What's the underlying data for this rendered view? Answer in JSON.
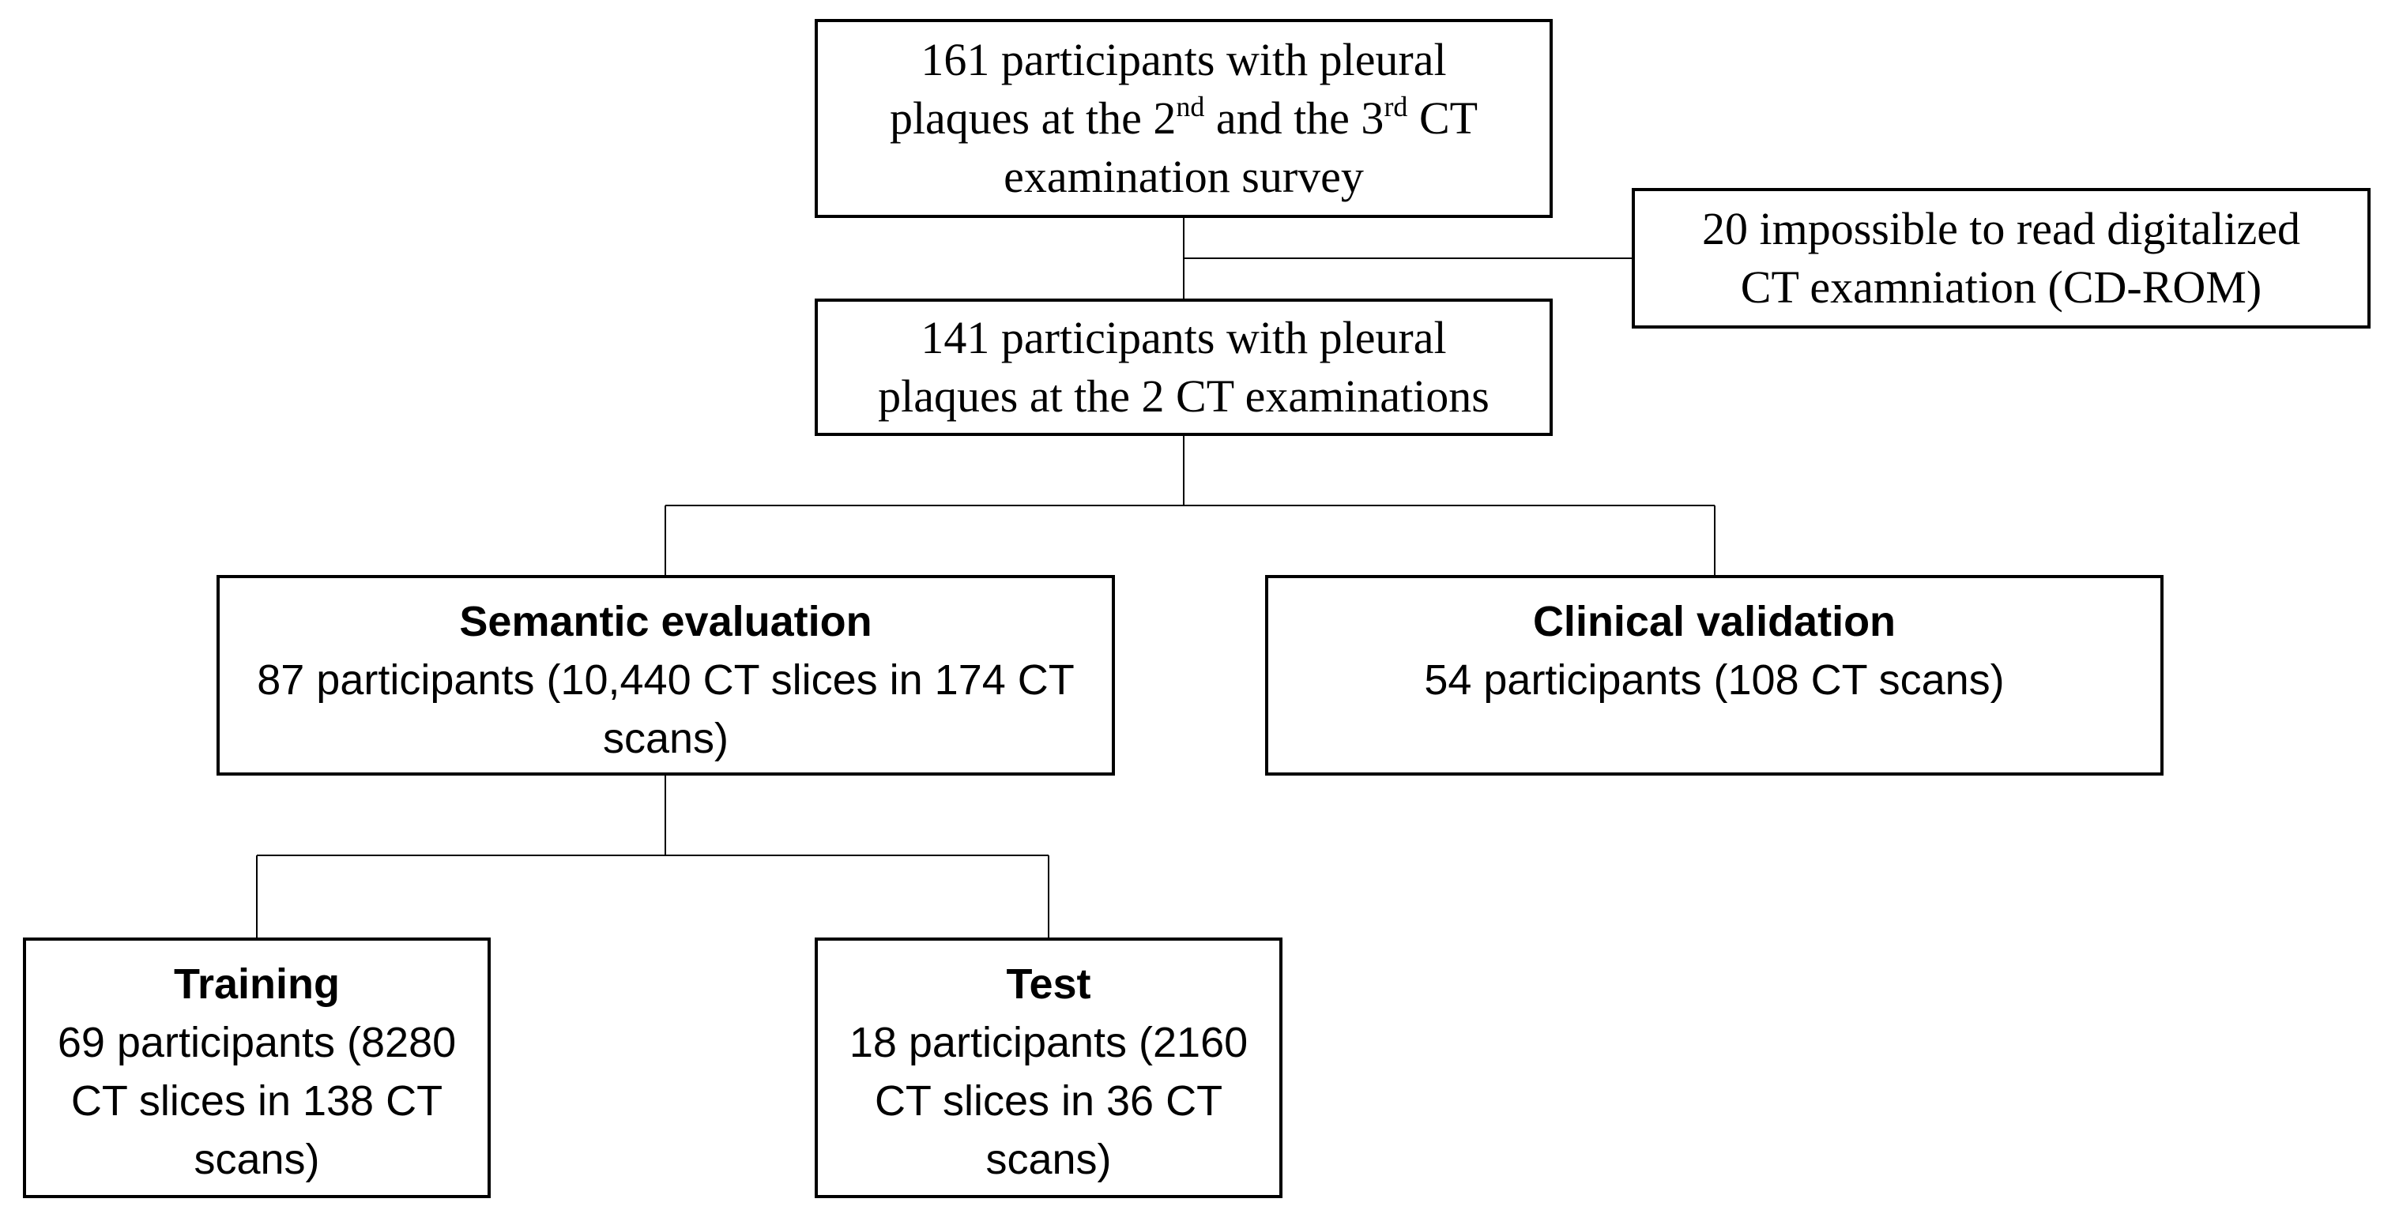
{
  "boxes": {
    "top": {
      "l1": "161 participants with pleural",
      "l2_pre": "plaques at the 2",
      "l2_sup1": "nd",
      "l2_mid": " and the 3",
      "l2_sup2": "rd",
      "l2_post": " CT",
      "l3": "examination survey"
    },
    "excluded": {
      "l1": "20 impossible to read digitalized",
      "l2": "CT examniation (CD-ROM)"
    },
    "second": {
      "l1": "141 participants with pleural",
      "l2": "plaques at the 2 CT examinations"
    },
    "semantic": {
      "title": "Semantic evaluation",
      "l1": "87 participants (10,440 CT slices in 174 CT",
      "l2": "scans)"
    },
    "clinical": {
      "title": "Clinical validation",
      "l1": "54 participants (108 CT scans)"
    },
    "training": {
      "title": "Training",
      "l1": "69 participants (8280",
      "l2": "CT slices in 138 CT",
      "l3": "scans)"
    },
    "test": {
      "title": "Test",
      "l1": "18 participants (2160",
      "l2": "CT slices in 36 CT",
      "l3": "scans)"
    }
  }
}
